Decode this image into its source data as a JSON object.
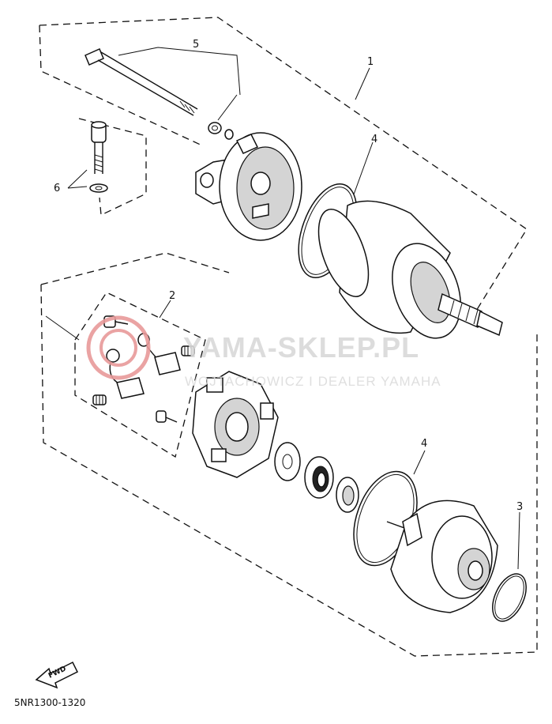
{
  "diagram": {
    "watermark": {
      "main": "YAMA-SKLEP.PL",
      "sub": "WOJTACHOWICZ I DEALER YAMAHA",
      "logo_color": "#e89a9a"
    },
    "callouts": [
      {
        "id": "1",
        "label": "1"
      },
      {
        "id": "2",
        "label": "2"
      },
      {
        "id": "3",
        "label": "3"
      },
      {
        "id": "4a",
        "label": "4"
      },
      {
        "id": "4b",
        "label": "4"
      },
      {
        "id": "5",
        "label": "5"
      },
      {
        "id": "6",
        "label": "6"
      }
    ],
    "direction_badge": "FWD",
    "drawing_code": "5NR1300-1320"
  }
}
